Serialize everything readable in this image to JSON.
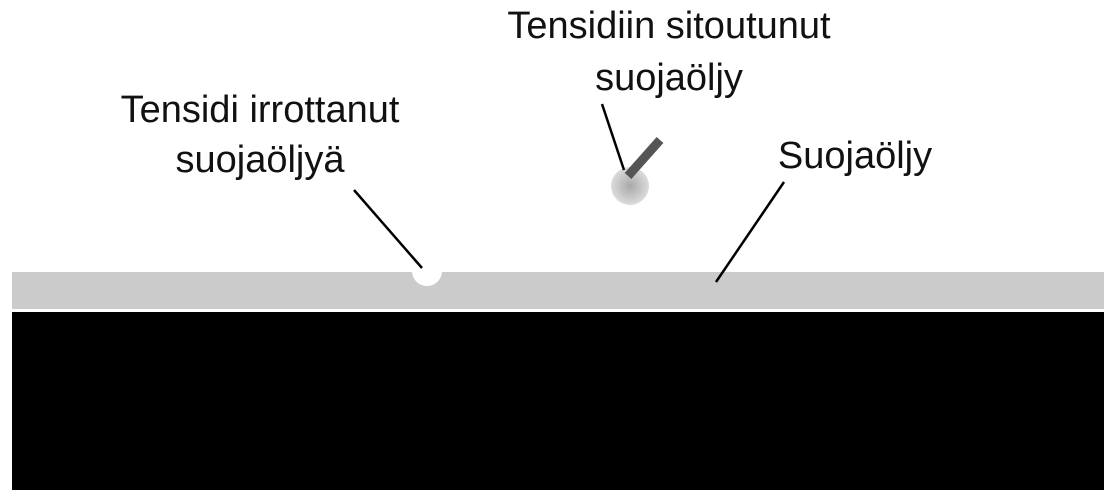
{
  "labels": {
    "bound_oil_line1": "Tensidiin sitoutunut",
    "bound_oil_line2": "suojaöljy",
    "released_oil_line1": "Tensidi irrottanut",
    "released_oil_line2": "suojaöljyä",
    "oil_layer": "Suojaöljy"
  },
  "colors": {
    "background": "#ffffff",
    "metal_surface": "#000000",
    "oil_film": "#cbcbcb",
    "droplet": "#d0d0d0",
    "surfactant_tail": "#555555",
    "leader_line": "#000000"
  }
}
